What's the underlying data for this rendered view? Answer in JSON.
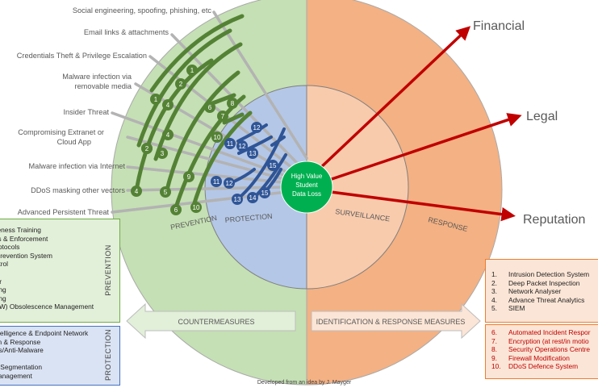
{
  "center": {
    "lines": [
      "High Value",
      "Student",
      "Data Loss"
    ]
  },
  "zones": {
    "prevention": "PREVENTION",
    "protection": "PROTECTION",
    "surveillance": "SURVEILLANCE",
    "response": "RESPONSE"
  },
  "impacts": [
    "Financial",
    "Legal",
    "Reputation"
  ],
  "threats": [
    [
      "Social engineering, spoofing, phishing, etc"
    ],
    [
      "Email links & attachments"
    ],
    [
      "Credentials Theft & Privilege Escalation"
    ],
    [
      "Malware infection via",
      "removable media"
    ],
    [
      "Insider Threat"
    ],
    [
      "Compromising Extranet or",
      "Cloud App"
    ],
    [
      "Malware infection via Internet"
    ],
    [
      "DDoS masking other vectors"
    ],
    [
      "Advanced Persistent Threat"
    ]
  ],
  "arrows": {
    "left": "COUNTERMEASURES",
    "right": "IDENTIFICATION & RESPONSE MEASURES"
  },
  "prevention_box": {
    "label": "PREVENTION",
    "items": [
      "wareness Training",
      "licies & Enforcement",
      "y Protocols",
      "on Prevention System",
      " Control",
      "oot",
      "erver",
      "iltering",
      "iltering",
      "/V/SW) Obsolescence Management"
    ]
  },
  "protection_box": {
    "label": "PROTECTION",
    "items": [
      " intelligence & Endpoint Network",
      "ion & Response",
      "rus/Anti-Malware",
      "lls",
      "rk Segmentation",
      " Management"
    ]
  },
  "identification_box": {
    "items": [
      {
        "n": "1.",
        "t": "Intrusion Detection System"
      },
      {
        "n": "2.",
        "t": "Deep Packet Inspection"
      },
      {
        "n": "3.",
        "t": "Network Analyser"
      },
      {
        "n": "4.",
        "t": "Advance Threat Analytics"
      },
      {
        "n": "5.",
        "t": "SIEM"
      }
    ]
  },
  "response_box": {
    "items": [
      {
        "n": "6.",
        "t": "Automated Incident Respor"
      },
      {
        "n": "7.",
        "t": "Encryption (at rest/in motio"
      },
      {
        "n": "8.",
        "t": "Security Operations Centre"
      },
      {
        "n": "9.",
        "t": "Firewall Modification"
      },
      {
        "n": "10.",
        "t": "DDoS Defence System"
      }
    ]
  },
  "markers": [
    "1",
    "2",
    "2",
    "4",
    "6",
    "8",
    "7",
    "10",
    "1",
    "4",
    "2",
    "3",
    "9",
    "5",
    "4",
    "6",
    "10",
    "12",
    "11",
    "12",
    "13",
    "15",
    "11",
    "12",
    "13",
    "14",
    "15"
  ],
  "footer": "Developed from an idea by J. Mayger",
  "colors": {
    "prevention": "#c5e0b4",
    "response": "#f4b183",
    "protection": "#b4c7e7",
    "surveillance": "#f8cbad",
    "center": "#00b050",
    "impact": "#c00000",
    "green_line": "#548235",
    "blue_line": "#2f5597"
  }
}
